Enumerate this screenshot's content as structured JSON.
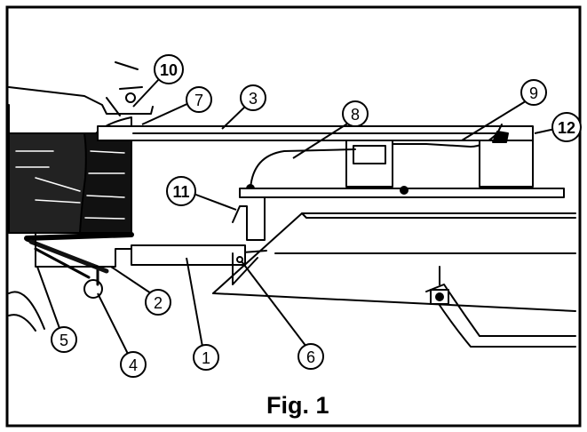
{
  "caption": "Fig. 1",
  "callouts": [
    {
      "id": "c10",
      "label": "10",
      "bold": true
    },
    {
      "id": "c7",
      "label": "7",
      "bold": false
    },
    {
      "id": "c3",
      "label": "3",
      "bold": false
    },
    {
      "id": "c8",
      "label": "8",
      "bold": false
    },
    {
      "id": "c9",
      "label": "9",
      "bold": false
    },
    {
      "id": "c12",
      "label": "12",
      "bold": true
    },
    {
      "id": "c11",
      "label": "11",
      "bold": true
    },
    {
      "id": "c2",
      "label": "2",
      "bold": false
    },
    {
      "id": "c5",
      "label": "5",
      "bold": false
    },
    {
      "id": "c4",
      "label": "4",
      "bold": false
    },
    {
      "id": "c1",
      "label": "1",
      "bold": false
    },
    {
      "id": "c6",
      "label": "6",
      "bold": false
    }
  ]
}
